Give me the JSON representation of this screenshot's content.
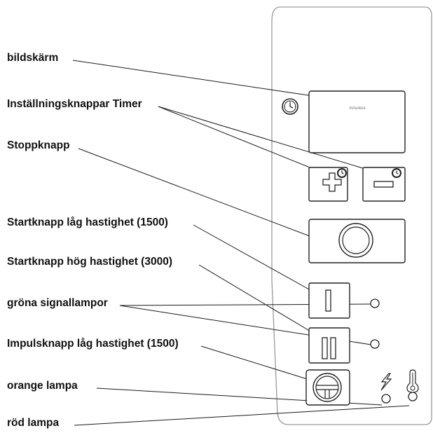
{
  "labels": {
    "display": "bildskärm",
    "timer_buttons": "Inställningsknappar Timer",
    "stop_button": "Stoppknapp",
    "start_low": "Startknapp låg hastighet (1500)",
    "start_high": "Startknapp hög hastighet (3000)",
    "green_lamps": "gröna signallampor",
    "pulse_low": "Impulsknapp låg hastighet (1500)",
    "orange_lamp": "orange lampa",
    "red_lamp": "röd lampa"
  },
  "panel": {
    "display_text": "minutere"
  },
  "colors": {
    "ink": "#111111",
    "panel_outline": "#9a9a9a"
  },
  "icons": {
    "timer": "clock-icon",
    "plus": "plus-icon",
    "minus": "minus-icon",
    "stop": "circle-icon",
    "start_low": "single-bar-icon",
    "start_high": "double-bar-icon",
    "pulse": "pulse-wheel-icon",
    "orange": "lightning-icon",
    "red": "thermometer-icon"
  }
}
